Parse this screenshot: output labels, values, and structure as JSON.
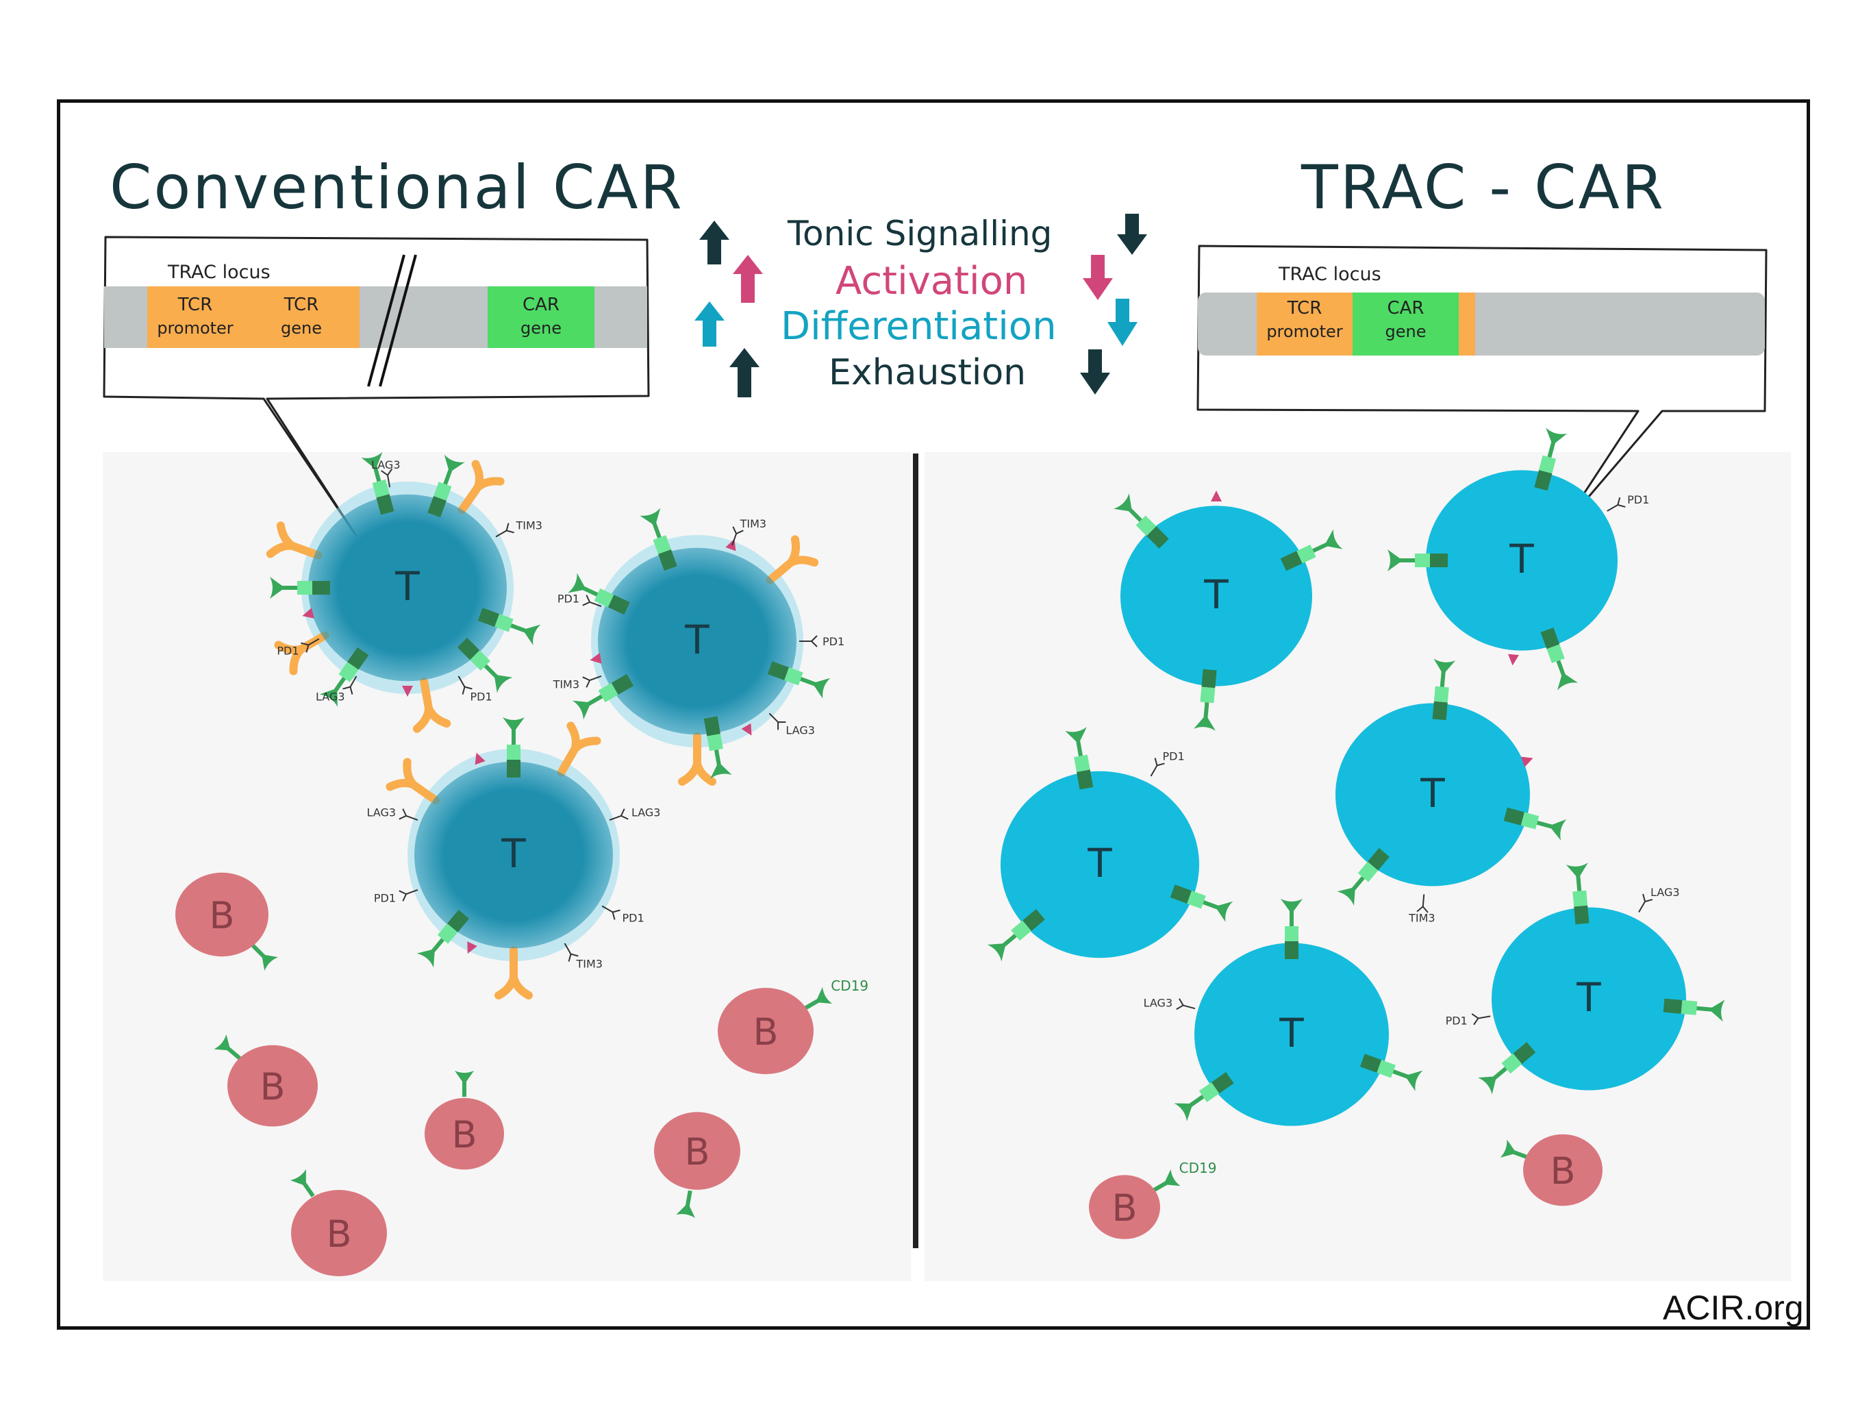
{
  "left_title": "Conventional CAR",
  "right_title": "TRAC - CAR",
  "credit": "ACIR.org",
  "colors": {
    "tcell_conventional": "#1f8fae",
    "tcell_trac": "#16bcdd",
    "bcell": "#d9777f",
    "car_green": "#38a85a",
    "car_light": "#6ee79a",
    "tcr_orange": "#f9ad4d",
    "car_gene_green": "#4ddb64",
    "activation_pink": "#d1467a",
    "differentiation_teal": "#13a3c2",
    "dark": "#16363c"
  },
  "left_callout": {
    "locus_label": "TRAC locus",
    "genes": [
      {
        "line1": "TCR",
        "line2": "promoter"
      },
      {
        "line1": "TCR",
        "line2": "gene"
      },
      {
        "line1": "CAR",
        "line2": "gene"
      }
    ]
  },
  "right_callout": {
    "locus_label": "TRAC locus",
    "genes": [
      {
        "line1": "TCR",
        "line2": "promoter"
      },
      {
        "line1": "CAR",
        "line2": "gene"
      }
    ]
  },
  "legend": [
    {
      "label": "Tonic Signalling",
      "color": "#16363c",
      "left_arrow": "up",
      "right_arrow": "down"
    },
    {
      "label": "Activation",
      "color": "#d1467a",
      "left_arrow": "up",
      "right_arrow": "down"
    },
    {
      "label": "Differentiation",
      "color": "#13a3c2",
      "left_arrow": "up",
      "right_arrow": "down"
    },
    {
      "label": "Exhaustion",
      "color": "#16363c",
      "left_arrow": "up",
      "right_arrow": "down"
    }
  ],
  "cell_labels": {
    "t": "T",
    "b": "B"
  },
  "receptor_labels": {
    "lag3": "LAG3",
    "tim3": "TIM3",
    "pd1": "PD1",
    "cd19": "CD19"
  }
}
